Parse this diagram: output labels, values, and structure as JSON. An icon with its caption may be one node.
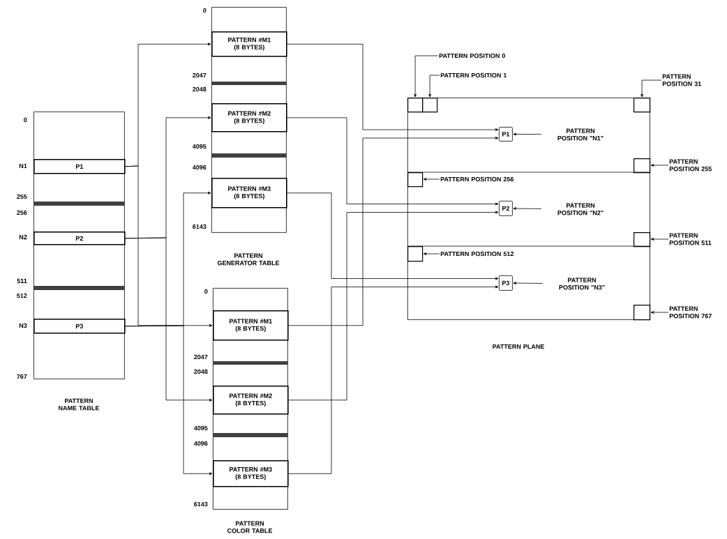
{
  "diagram": {
    "nodes": [
      {
        "text": [
          "PATTERN NAME TABLE"
        ]
      },
      {
        "text": [
          "P1"
        ],
        "in": 0
      },
      {
        "text": [
          "P2"
        ],
        "in": 0
      },
      {
        "text": [
          "P3"
        ],
        "in": 0
      },
      {
        "text": [
          "PATTERN GENERATOR TABLE"
        ]
      },
      {
        "text": [
          "PATTERN #M1 (8 BYTES)"
        ],
        "in": 4
      },
      {
        "text": [
          "PATTERN #M2 (8 BYTES)"
        ],
        "in": 4
      },
      {
        "text": [
          "PATTERN #M3 (8 BYTES)"
        ],
        "in": 4
      },
      {
        "text": [
          "PATTERN COLOR TABLE"
        ]
      },
      {
        "text": [
          "PATTERN #M1 (8 BYTES)"
        ],
        "in": 8
      },
      {
        "text": [
          "PATTERN #M2 (8 BYTES)"
        ],
        "in": 8
      },
      {
        "text": [
          "PATTERN #M3 (8 BYTES)"
        ],
        "in": 8
      },
      {
        "text": [
          "PATTERN PLANE"
        ]
      },
      {
        "text": [
          "P1"
        ],
        "in": 12
      },
      {
        "text": [
          "P2"
        ],
        "in": 12
      },
      {
        "text": [
          "P3"
        ],
        "in": 12
      },
      {
        "text": [
          "PATTERN POSITION \"N1\""
        ],
        "in": 12
      },
      {
        "text": [
          "PATTERN POSITION \"N2\""
        ],
        "in": 12
      },
      {
        "text": [
          "PATTERN POSITION \"N3\""
        ],
        "in": 12
      },
      {
        "text": [],
        "shape": "box",
        "in": 12
      },
      {
        "text": [],
        "shape": "box",
        "in": 12
      },
      {
        "text": [],
        "shape": "box",
        "in": 12
      },
      {
        "text": [],
        "shape": "box",
        "in": 12
      },
      {
        "text": [],
        "shape": "box",
        "in": 12
      },
      {
        "text": [],
        "shape": "box",
        "in": 12
      },
      {
        "text": [],
        "shape": "box",
        "in": 12
      },
      {
        "text": [],
        "shape": "box",
        "in": 12
      },
      {
        "text": [
          "PATTERN POSITION 0"
        ]
      },
      {
        "text": [
          "PATTERN POSITION 1"
        ]
      },
      {
        "text": [
          "PATTERN POSITION 31"
        ]
      },
      {
        "text": [
          "PATTERN POSITION 255"
        ]
      },
      {
        "text": [
          "PATTERN POSITION 256"
        ],
        "in": 12
      },
      {
        "text": [
          "PATTERN POSITION 511"
        ]
      },
      {
        "text": [
          "PATTERN POSITION 512"
        ],
        "in": 12
      },
      {
        "text": [
          "PATTERN POSITION 767"
        ]
      }
    ],
    "edges": [
      {
        "from": 1,
        "to": 5,
        "arrow": "to"
      },
      {
        "from": 1,
        "to": 9,
        "arrow": "to"
      },
      {
        "from": 2,
        "to": 6,
        "arrow": "to"
      },
      {
        "from": 2,
        "to": 10,
        "arrow": "to"
      },
      {
        "from": 3,
        "to": 7,
        "arrow": "to"
      },
      {
        "from": 3,
        "to": 11,
        "arrow": "to"
      },
      {
        "from": 5,
        "to": 13,
        "arrow": "to"
      },
      {
        "from": 9,
        "to": 13,
        "arrow": "to"
      },
      {
        "from": 6,
        "to": 14,
        "arrow": "to"
      },
      {
        "from": 10,
        "to": 14,
        "arrow": "to"
      },
      {
        "from": 7,
        "to": 15,
        "arrow": "to"
      },
      {
        "from": 11,
        "to": 15,
        "arrow": "to"
      },
      {
        "from": 16,
        "to": 13,
        "arrow": "to"
      },
      {
        "from": 17,
        "to": 14,
        "arrow": "to"
      },
      {
        "from": 18,
        "to": 15,
        "arrow": "to"
      },
      {
        "from": 27,
        "to": 19,
        "arrow": "to"
      },
      {
        "from": 28,
        "to": 20,
        "arrow": "to"
      },
      {
        "from": 29,
        "to": 21,
        "arrow": "to"
      },
      {
        "from": 30,
        "to": 22,
        "arrow": "to"
      },
      {
        "from": 31,
        "to": 23,
        "arrow": "to"
      },
      {
        "from": 32,
        "to": 24,
        "arrow": "to"
      },
      {
        "from": 33,
        "to": 25,
        "arrow": "to"
      },
      {
        "from": 34,
        "to": 26,
        "arrow": "to"
      }
    ],
    "labels": [
      "0",
      "N1",
      "255",
      "256",
      "N2",
      "511",
      "512",
      "N3",
      "767",
      "0",
      "2047",
      "2048",
      "4095",
      "4096",
      "6143",
      "0",
      "2047",
      "2048",
      "4095",
      "4096",
      "6143"
    ]
  }
}
